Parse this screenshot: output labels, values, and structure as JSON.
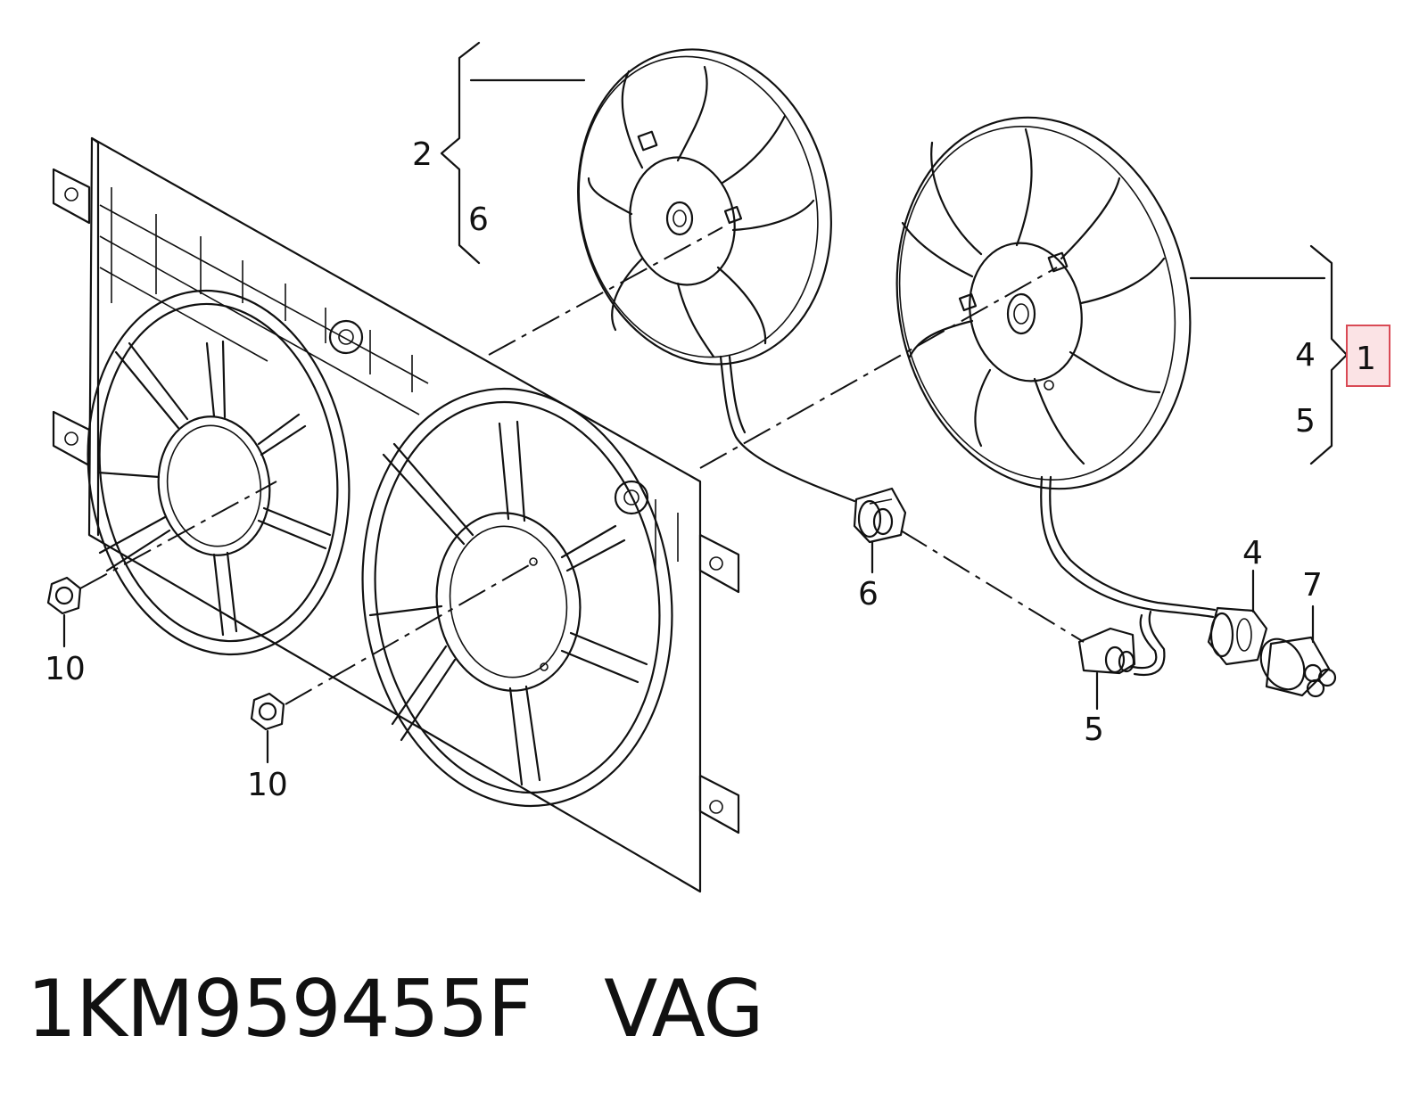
{
  "labels": {
    "p1": "1",
    "p2": "2",
    "p4_group": "4",
    "p5_group": "5",
    "p6_group": "6",
    "p6_part": "6",
    "p4_part": "4",
    "p7_part": "7",
    "p5_part": "5",
    "p10_left": "10",
    "p10_center": "10"
  },
  "caption": {
    "part_number": "1KM959455F",
    "brand": "VAG"
  },
  "colors": {
    "line": "#111111",
    "highlight_border": "#d94a55",
    "highlight_fill": "#fbe3e5"
  }
}
